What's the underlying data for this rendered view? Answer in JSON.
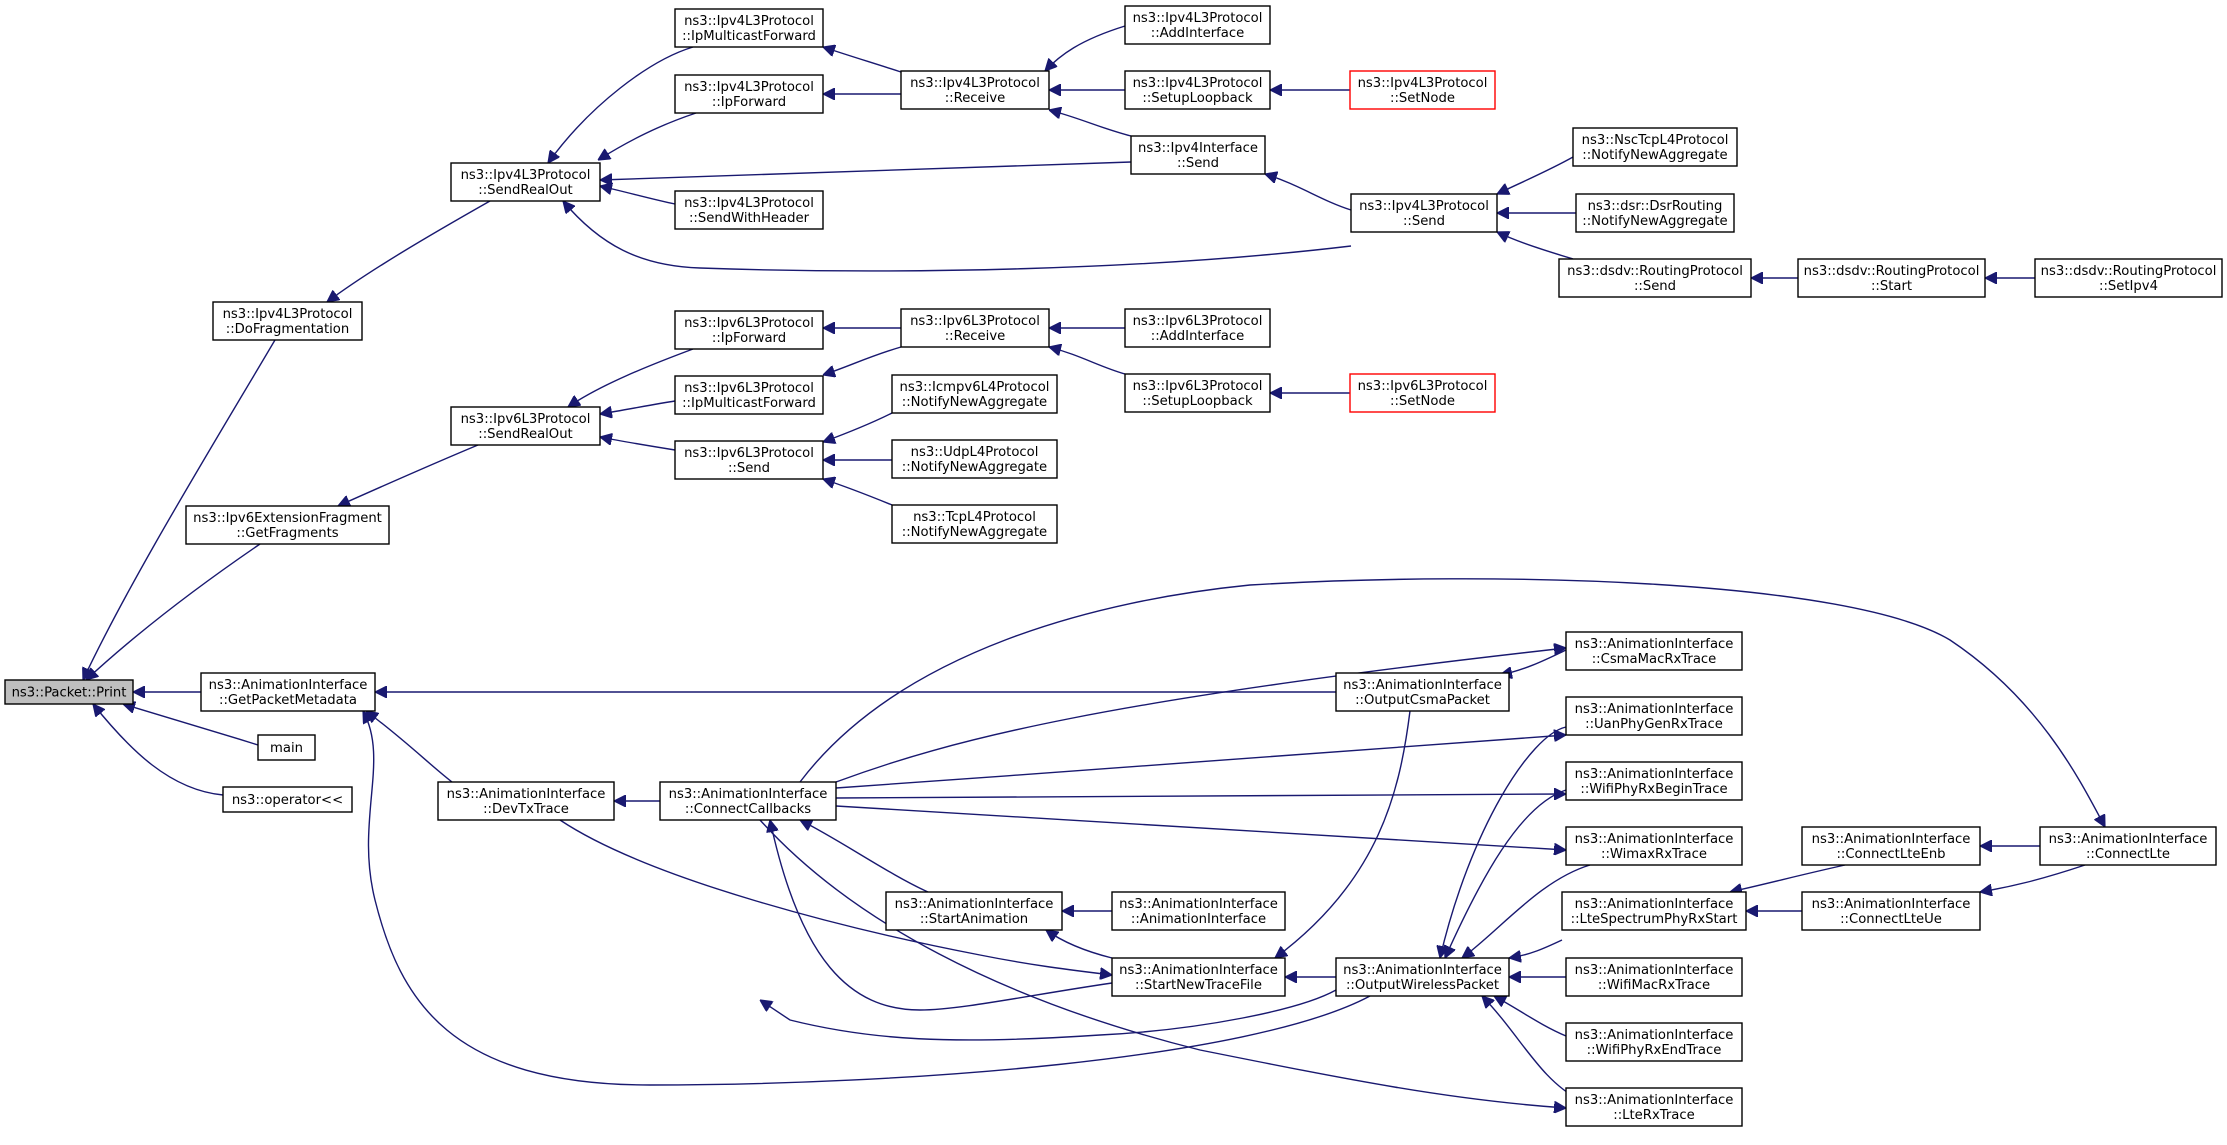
{
  "graph": {
    "nodes": [
      {
        "id": "packet_print",
        "lines": [
          "ns3::Packet::Print"
        ],
        "style": "root"
      },
      {
        "id": "ipv4_dofrag",
        "lines": [
          "ns3::Ipv4L3Protocol",
          "::DoFragmentation"
        ]
      },
      {
        "id": "ipv6ext_getfrag",
        "lines": [
          "ns3::Ipv6ExtensionFragment",
          "::GetFragments"
        ]
      },
      {
        "id": "anim_getpktmeta",
        "lines": [
          "ns3::AnimationInterface",
          "::GetPacketMetadata"
        ]
      },
      {
        "id": "main",
        "lines": [
          "main"
        ]
      },
      {
        "id": "op_lshift",
        "lines": [
          "ns3::operator<<"
        ]
      },
      {
        "id": "ipv4_sendrealout",
        "lines": [
          "ns3::Ipv4L3Protocol",
          "::SendRealOut"
        ]
      },
      {
        "id": "ipv6_sendrealout",
        "lines": [
          "ns3::Ipv6L3Protocol",
          "::SendRealOut"
        ]
      },
      {
        "id": "anim_devtxtrace",
        "lines": [
          "ns3::AnimationInterface",
          "::DevTxTrace"
        ]
      },
      {
        "id": "ipv4_ipmcastfwd",
        "lines": [
          "ns3::Ipv4L3Protocol",
          "::IpMulticastForward"
        ]
      },
      {
        "id": "ipv4_ipforward",
        "lines": [
          "ns3::Ipv4L3Protocol",
          "::IpForward"
        ]
      },
      {
        "id": "ipv4_sendwithheader",
        "lines": [
          "ns3::Ipv4L3Protocol",
          "::SendWithHeader"
        ]
      },
      {
        "id": "ipv6_ipforward",
        "lines": [
          "ns3::Ipv6L3Protocol",
          "::IpForward"
        ]
      },
      {
        "id": "ipv6_ipmcastfwd",
        "lines": [
          "ns3::Ipv6L3Protocol",
          "::IpMulticastForward"
        ]
      },
      {
        "id": "ipv6_send",
        "lines": [
          "ns3::Ipv6L3Protocol",
          "::Send"
        ]
      },
      {
        "id": "anim_connectcallbacks",
        "lines": [
          "ns3::AnimationInterface",
          "::ConnectCallbacks"
        ]
      },
      {
        "id": "ipv4_receive",
        "lines": [
          "ns3::Ipv4L3Protocol",
          "::Receive"
        ]
      },
      {
        "id": "ipv6_receive",
        "lines": [
          "ns3::Ipv6L3Protocol",
          "::Receive"
        ]
      },
      {
        "id": "icmpv6_notify",
        "lines": [
          "ns3::Icmpv6L4Protocol",
          "::NotifyNewAggregate"
        ]
      },
      {
        "id": "udp_notify",
        "lines": [
          "ns3::UdpL4Protocol",
          "::NotifyNewAggregate"
        ]
      },
      {
        "id": "tcp_notify",
        "lines": [
          "ns3::TcpL4Protocol",
          "::NotifyNewAggregate"
        ]
      },
      {
        "id": "anim_startanimation",
        "lines": [
          "ns3::AnimationInterface",
          "::StartAnimation"
        ]
      },
      {
        "id": "ipv4_addinterface",
        "lines": [
          "ns3::Ipv4L3Protocol",
          "::AddInterface"
        ]
      },
      {
        "id": "ipv4_setuploopback",
        "lines": [
          "ns3::Ipv4L3Protocol",
          "::SetupLoopback"
        ]
      },
      {
        "id": "ipv4iface_send",
        "lines": [
          "ns3::Ipv4Interface",
          "::Send"
        ]
      },
      {
        "id": "ipv6_addinterface",
        "lines": [
          "ns3::Ipv6L3Protocol",
          "::AddInterface"
        ]
      },
      {
        "id": "ipv6_setuploopback",
        "lines": [
          "ns3::Ipv6L3Protocol",
          "::SetupLoopback"
        ]
      },
      {
        "id": "anim_ctor",
        "lines": [
          "ns3::AnimationInterface",
          "::AnimationInterface"
        ]
      },
      {
        "id": "anim_startnewtracefile",
        "lines": [
          "ns3::AnimationInterface",
          "::StartNewTraceFile"
        ]
      },
      {
        "id": "ipv4_setnode",
        "lines": [
          "ns3::Ipv4L3Protocol",
          "::SetNode"
        ],
        "style": "truncated"
      },
      {
        "id": "ipv6_setnode",
        "lines": [
          "ns3::Ipv6L3Protocol",
          "::SetNode"
        ],
        "style": "truncated"
      },
      {
        "id": "anim_outputcsma",
        "lines": [
          "ns3::AnimationInterface",
          "::OutputCsmaPacket"
        ]
      },
      {
        "id": "anim_outputwireless",
        "lines": [
          "ns3::AnimationInterface",
          "::OutputWirelessPacket"
        ]
      },
      {
        "id": "ipv4_send",
        "lines": [
          "ns3::Ipv4L3Protocol",
          "::Send"
        ]
      },
      {
        "id": "nsctcp_notify",
        "lines": [
          "ns3::NscTcpL4Protocol",
          "::NotifyNewAggregate"
        ]
      },
      {
        "id": "dsr_notify",
        "lines": [
          "ns3::dsr::DsrRouting",
          "::NotifyNewAggregate"
        ]
      },
      {
        "id": "dsdv_send",
        "lines": [
          "ns3::dsdv::RoutingProtocol",
          "::Send"
        ]
      },
      {
        "id": "anim_csmamacrx",
        "lines": [
          "ns3::AnimationInterface",
          "::CsmaMacRxTrace"
        ]
      },
      {
        "id": "anim_uanphygenrx",
        "lines": [
          "ns3::AnimationInterface",
          "::UanPhyGenRxTrace"
        ]
      },
      {
        "id": "anim_wifiphyrxbegin",
        "lines": [
          "ns3::AnimationInterface",
          "::WifiPhyRxBeginTrace"
        ]
      },
      {
        "id": "anim_wimaxrx",
        "lines": [
          "ns3::AnimationInterface",
          "::WimaxRxTrace"
        ]
      },
      {
        "id": "anim_ltespectrum",
        "lines": [
          "ns3::AnimationInterface",
          "::LteSpectrumPhyRxStart"
        ]
      },
      {
        "id": "anim_wifimacrx",
        "lines": [
          "ns3::AnimationInterface",
          "::WifiMacRxTrace"
        ]
      },
      {
        "id": "anim_wifiphyrxend",
        "lines": [
          "ns3::AnimationInterface",
          "::WifiPhyRxEndTrace"
        ]
      },
      {
        "id": "anim_lterx",
        "lines": [
          "ns3::AnimationInterface",
          "::LteRxTrace"
        ]
      },
      {
        "id": "dsdv_start",
        "lines": [
          "ns3::dsdv::RoutingProtocol",
          "::Start"
        ]
      },
      {
        "id": "anim_connectlteenb",
        "lines": [
          "ns3::AnimationInterface",
          "::ConnectLteEnb"
        ]
      },
      {
        "id": "anim_connectlteue",
        "lines": [
          "ns3::AnimationInterface",
          "::ConnectLteUe"
        ]
      },
      {
        "id": "dsdv_setipv4",
        "lines": [
          "ns3::dsdv::RoutingProtocol",
          "::SetIpv4"
        ]
      },
      {
        "id": "anim_connectlte",
        "lines": [
          "ns3::AnimationInterface",
          "::ConnectLte"
        ]
      }
    ]
  }
}
